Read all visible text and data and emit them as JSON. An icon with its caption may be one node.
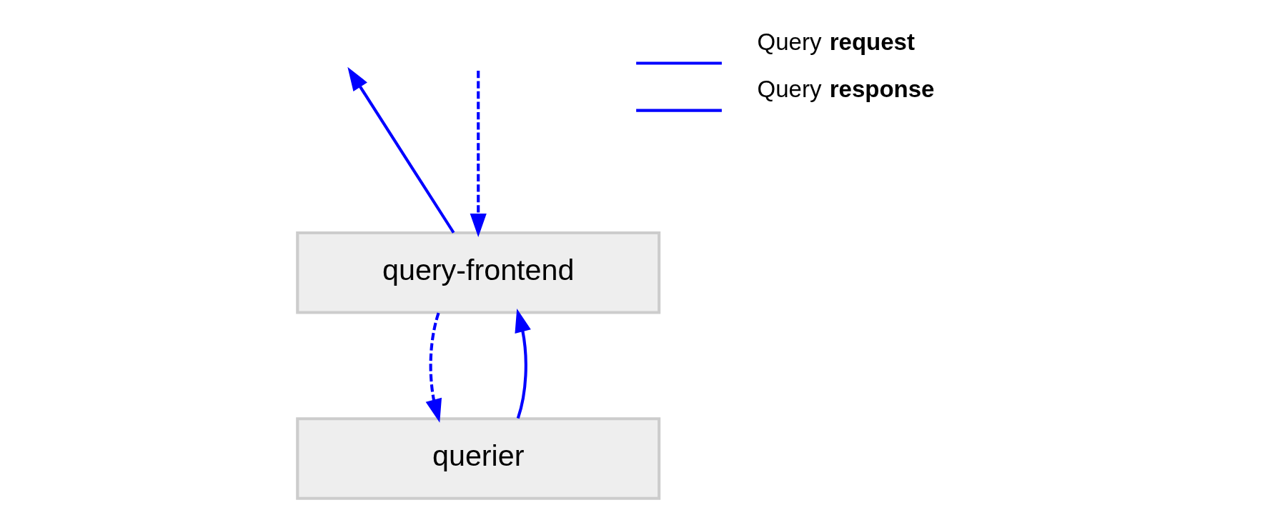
{
  "diagram": {
    "nodes": [
      {
        "text": [
          "query-frontend"
        ]
      },
      {
        "text": [
          "querier"
        ]
      }
    ],
    "edges": [
      {
        "from": 0,
        "to": null,
        "arrow": "to"
      },
      {
        "from": null,
        "to": 0,
        "arrow": "to",
        "style": "dashed"
      },
      {
        "from": 1,
        "to": 0,
        "arrow": "to"
      },
      {
        "from": 0,
        "to": 1,
        "arrow": "to",
        "style": "dashed"
      }
    ],
    "legend": [
      {
        "text": "Query **request**"
      },
      {
        "text": "Query **response**"
      }
    ]
  }
}
